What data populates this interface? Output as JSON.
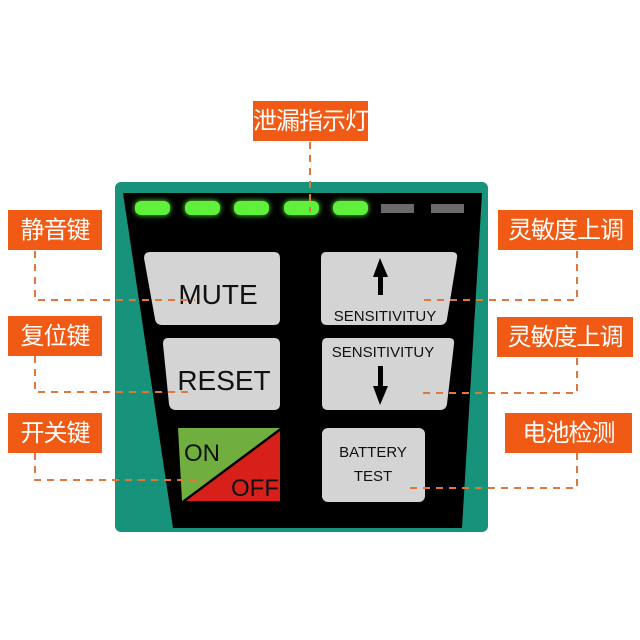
{
  "labels": {
    "leak_indicator": "泄漏指示灯",
    "mute_key": "静音键",
    "reset_key": "复位键",
    "power_key": "开关键",
    "sensitivity_up_1": "灵敏度上调",
    "sensitivity_up_2": "灵敏度上调",
    "battery_check": "电池检测"
  },
  "buttons": {
    "mute": "MUTE",
    "reset": "RESET",
    "on": "ON",
    "off": "OFF",
    "sens_up": "SENSITIVITUY",
    "sens_down": "SENSITIVITUY",
    "battery_line1": "BATTERY",
    "battery_line2": "TEST"
  },
  "leds": {
    "total": 7,
    "lit": 5
  },
  "colors": {
    "panel": "#17937c",
    "label": "#f05a14",
    "led_on": "#5ff03a",
    "led_off": "#6a6a6a",
    "on_green": "#6fae3f",
    "off_red": "#d8201a"
  }
}
